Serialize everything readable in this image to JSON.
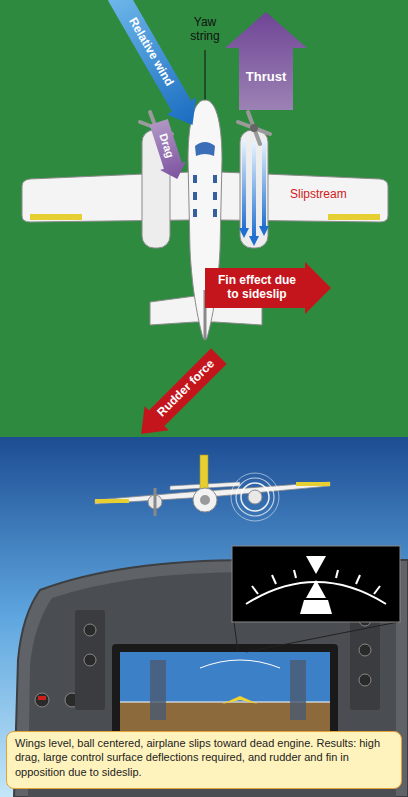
{
  "diagram": {
    "caption": "Wings level, ball centered, airplane slips toward dead engine. Results: high drag, large control surface deflections required, and rudder and fin in opposition due to sideslip.",
    "nodes": [
      {
        "text": [
          "Relative wind"
        ]
      },
      {
        "text": [
          "Thrust"
        ]
      },
      {
        "text": [
          "Drag"
        ]
      },
      {
        "text": [
          "Fin effect due to sideslip"
        ]
      },
      {
        "text": [
          "Rudder force"
        ]
      }
    ],
    "labels": [
      "Yaw string",
      "Slipstream"
    ]
  }
}
